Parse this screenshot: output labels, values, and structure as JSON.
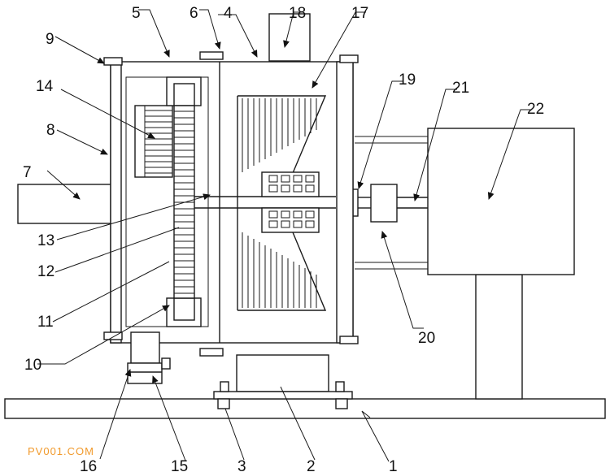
{
  "labels": {
    "n1": "1",
    "n2": "2",
    "n3": "3",
    "n4": "4",
    "n5": "5",
    "n6": "6",
    "n7": "7",
    "n8": "8",
    "n9": "9",
    "n10": "10",
    "n11": "11",
    "n12": "12",
    "n13": "13",
    "n14": "14",
    "n15": "15",
    "n16": "16",
    "n17": "17",
    "n18": "18",
    "n19": "19",
    "n20": "20",
    "n21": "21",
    "n22": "22"
  },
  "watermark": "PV001.COM"
}
